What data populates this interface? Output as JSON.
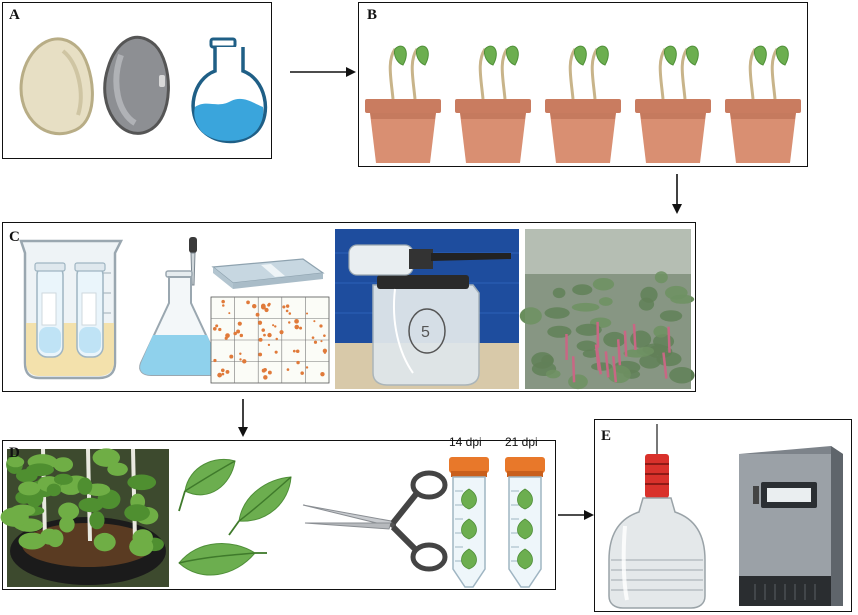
{
  "panels": {
    "a": {
      "label": "A"
    },
    "b": {
      "label": "B"
    },
    "c": {
      "label": "C"
    },
    "d": {
      "label": "D"
    },
    "e": {
      "label": "E"
    }
  },
  "tubes": [
    {
      "label": "14 dpi"
    },
    {
      "label": "21 dpi"
    }
  ],
  "colors": {
    "pot": "#d98f72",
    "leaf": "#6cae4f",
    "flask_liquid": "#3aa5dc",
    "tube_cap": "#e8782a",
    "freezer": "#8a8f96"
  },
  "photos": {
    "sprayer": "sprayer-photo",
    "growth_chamber": "misted-plants-photo",
    "greenhouse": "greenhouse-plants-photo"
  }
}
